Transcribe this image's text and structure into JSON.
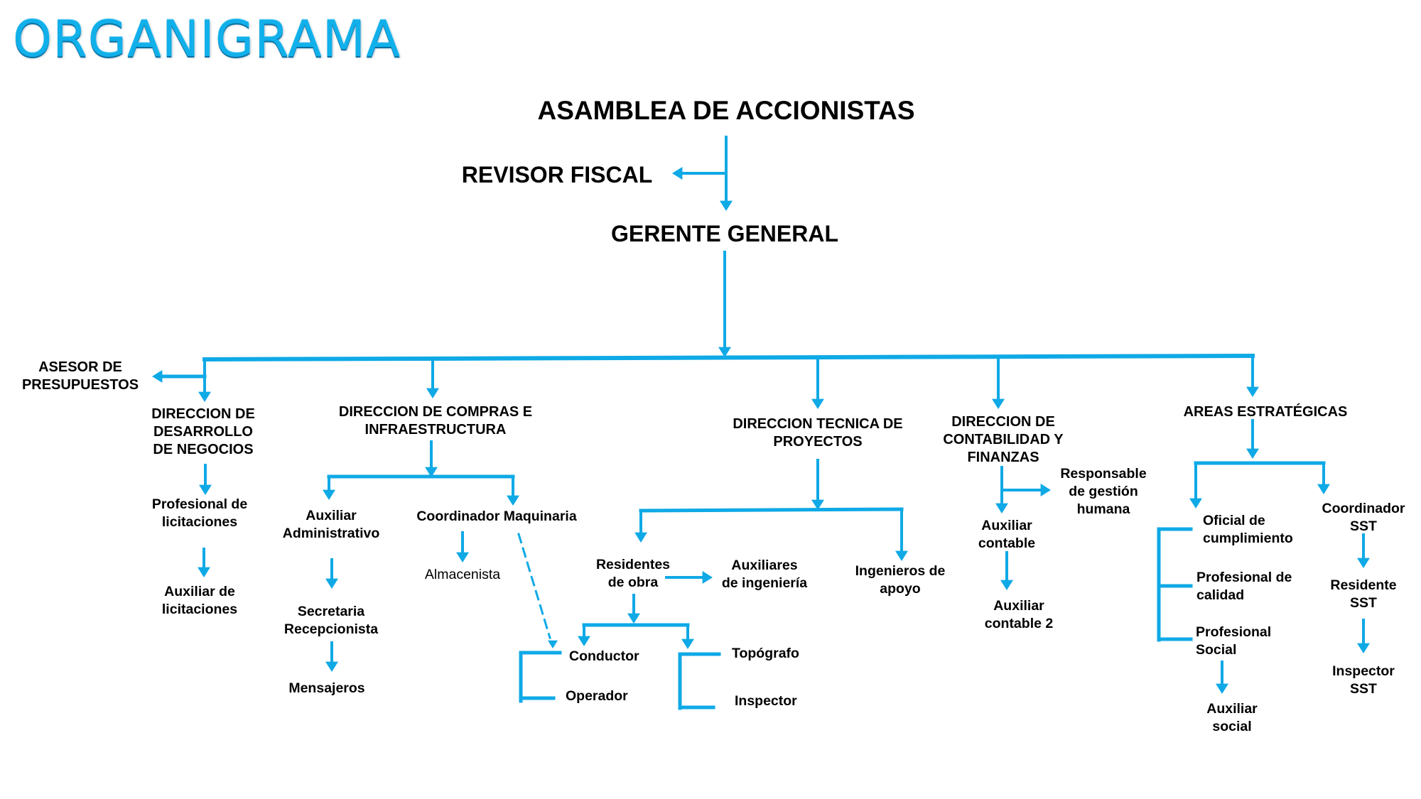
{
  "title": "ORGANIGRAMA",
  "colors": {
    "accent": "#0fa9e6",
    "text": "#000000",
    "title": "#11b0ea",
    "title_shadow": "#0a6fa0"
  },
  "top": {
    "asamblea": "ASAMBLEA DE ACCIONISTAS",
    "revisor": "REVISOR FISCAL",
    "gerente": "GERENTE GENERAL"
  },
  "asesor": [
    "ASESOR DE",
    "PRESUPUESTOS"
  ],
  "directions": {
    "negocios": {
      "title": [
        "DIRECCION DE",
        "DESARROLLO",
        "DE NEGOCIOS"
      ],
      "profesional": [
        "Profesional de",
        "licitaciones"
      ],
      "auxiliar": [
        "Auxiliar de",
        "licitaciones"
      ]
    },
    "compras": {
      "title": [
        "DIRECCION DE COMPRAS E",
        "INFRAESTRUCTURA"
      ],
      "aux_admin": [
        "Auxiliar",
        "Administrativo"
      ],
      "secretaria": [
        "Secretaria",
        "Recepcionista"
      ],
      "mensajeros": "Mensajeros",
      "coordinador": "Coordinador Maquinaria",
      "almacenista": "Almacenista"
    },
    "tecnica": {
      "title": [
        "DIRECCION TECNICA DE",
        "PROYECTOS"
      ],
      "residentes": [
        "Residentes",
        "de obra"
      ],
      "auxiliares": [
        "Auxiliares",
        "de ingeniería"
      ],
      "ingenieros": [
        "Ingenieros de",
        "apoyo"
      ],
      "conductor": "Conductor",
      "operador": "Operador",
      "topografo": "Topógrafo",
      "inspector": "Inspector"
    },
    "contabilidad": {
      "title": [
        "DIRECCION DE",
        "CONTABILIDAD Y",
        "FINANZAS"
      ],
      "responsable": [
        "Responsable",
        "de gestión",
        "humana"
      ],
      "aux_contable": [
        "Auxiliar",
        "contable"
      ],
      "aux_contable2": [
        "Auxiliar",
        "contable 2"
      ]
    },
    "areas": {
      "title": "AREAS ESTRATÉGICAS",
      "oficial": [
        "Oficial de",
        "cumplimiento"
      ],
      "calidad": [
        "Profesional de",
        "calidad"
      ],
      "social": [
        "Profesional",
        "Social"
      ],
      "aux_social": [
        "Auxiliar",
        "social"
      ],
      "coord_sst": [
        "Coordinador",
        "SST"
      ],
      "residente_sst": [
        "Residente",
        "SST"
      ],
      "inspector_sst": [
        "Inspector",
        "SST"
      ]
    }
  }
}
